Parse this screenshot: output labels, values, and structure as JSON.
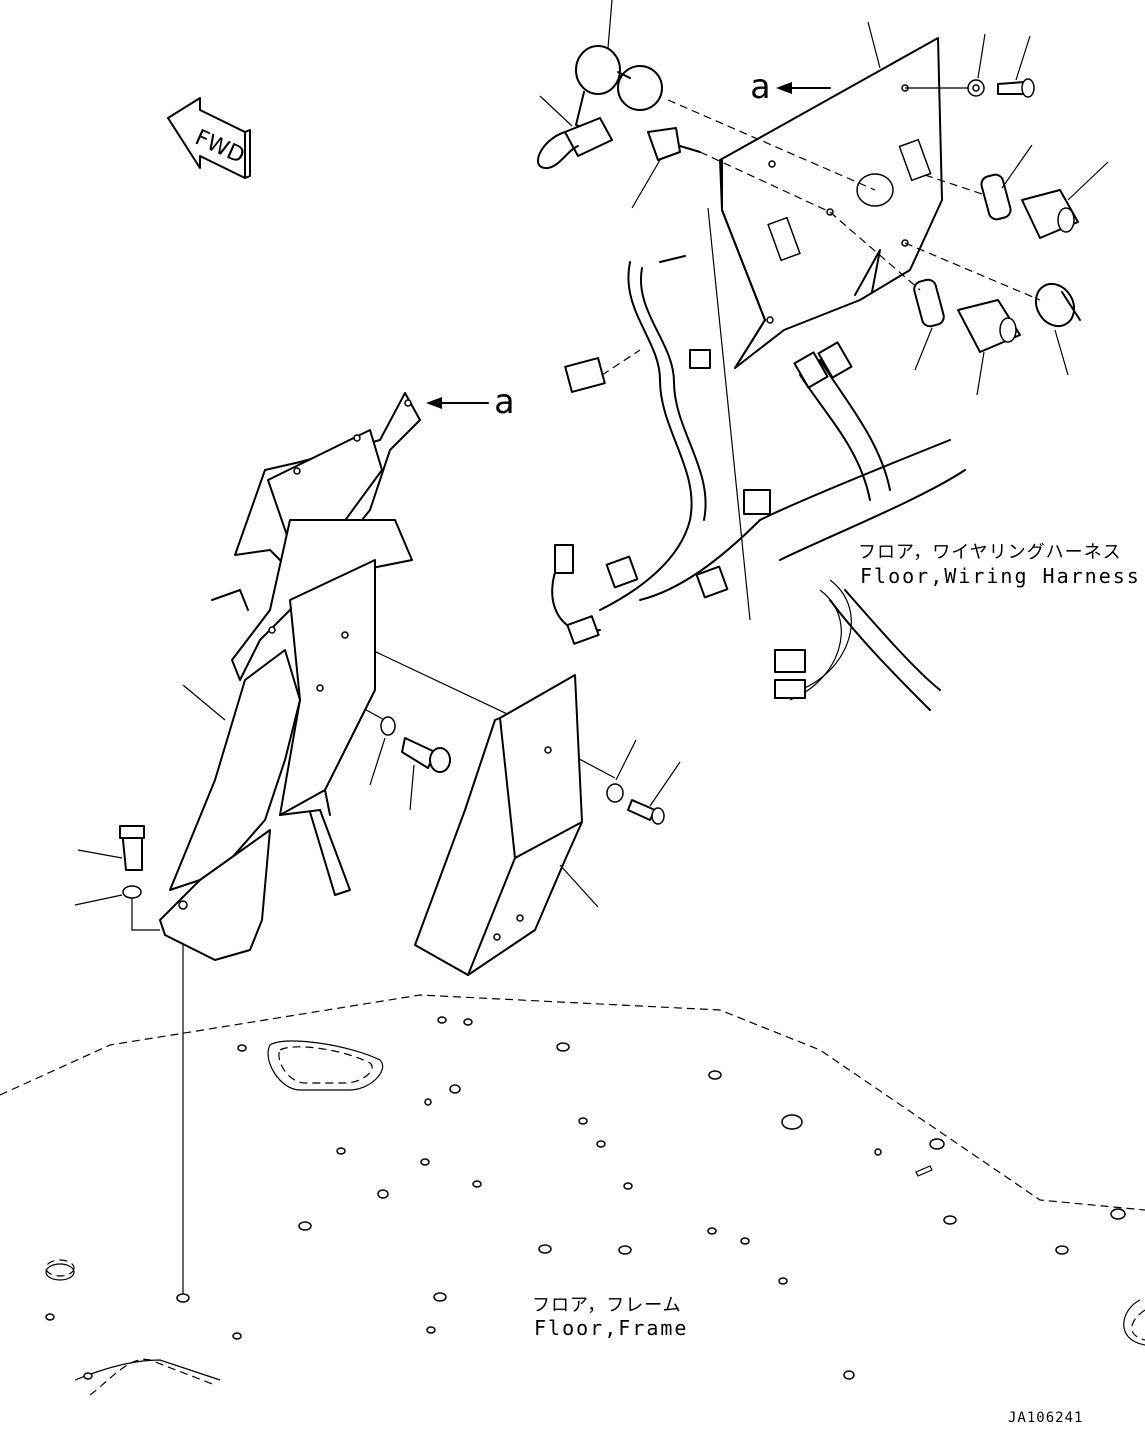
{
  "labels": {
    "fwd": "FWD",
    "view_arrow_top": "a",
    "view_arrow_mid": "a",
    "harness_jp": "フロア，ワイヤリングハーネス",
    "harness_en": "Floor,Wiring Harness",
    "frame_jp": "フロア，フレーム",
    "frame_en": "Floor,Frame",
    "drawing_code": "JA106241"
  },
  "icons": {
    "fwd_arrow": "forward-direction-arrow-icon"
  },
  "colors": {
    "line": "#000000",
    "background": "#ffffff"
  }
}
